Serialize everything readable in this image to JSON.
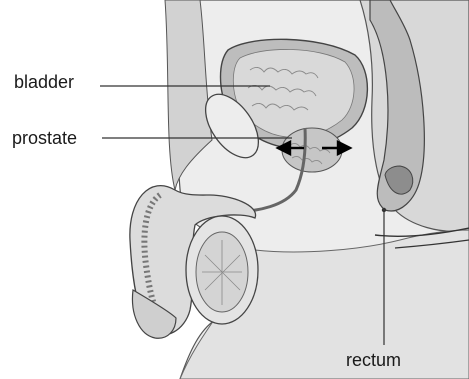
{
  "labels": {
    "bladder": "bladder",
    "prostate": "prostate",
    "rectum": "rectum"
  },
  "colors": {
    "tissue_light": "#e6e6e6",
    "tissue_mid": "#c9c9c9",
    "tissue_dark": "#9a9a9a",
    "outline": "#4a4a4a",
    "leader_line": "#333333",
    "arrow": "#000000"
  }
}
